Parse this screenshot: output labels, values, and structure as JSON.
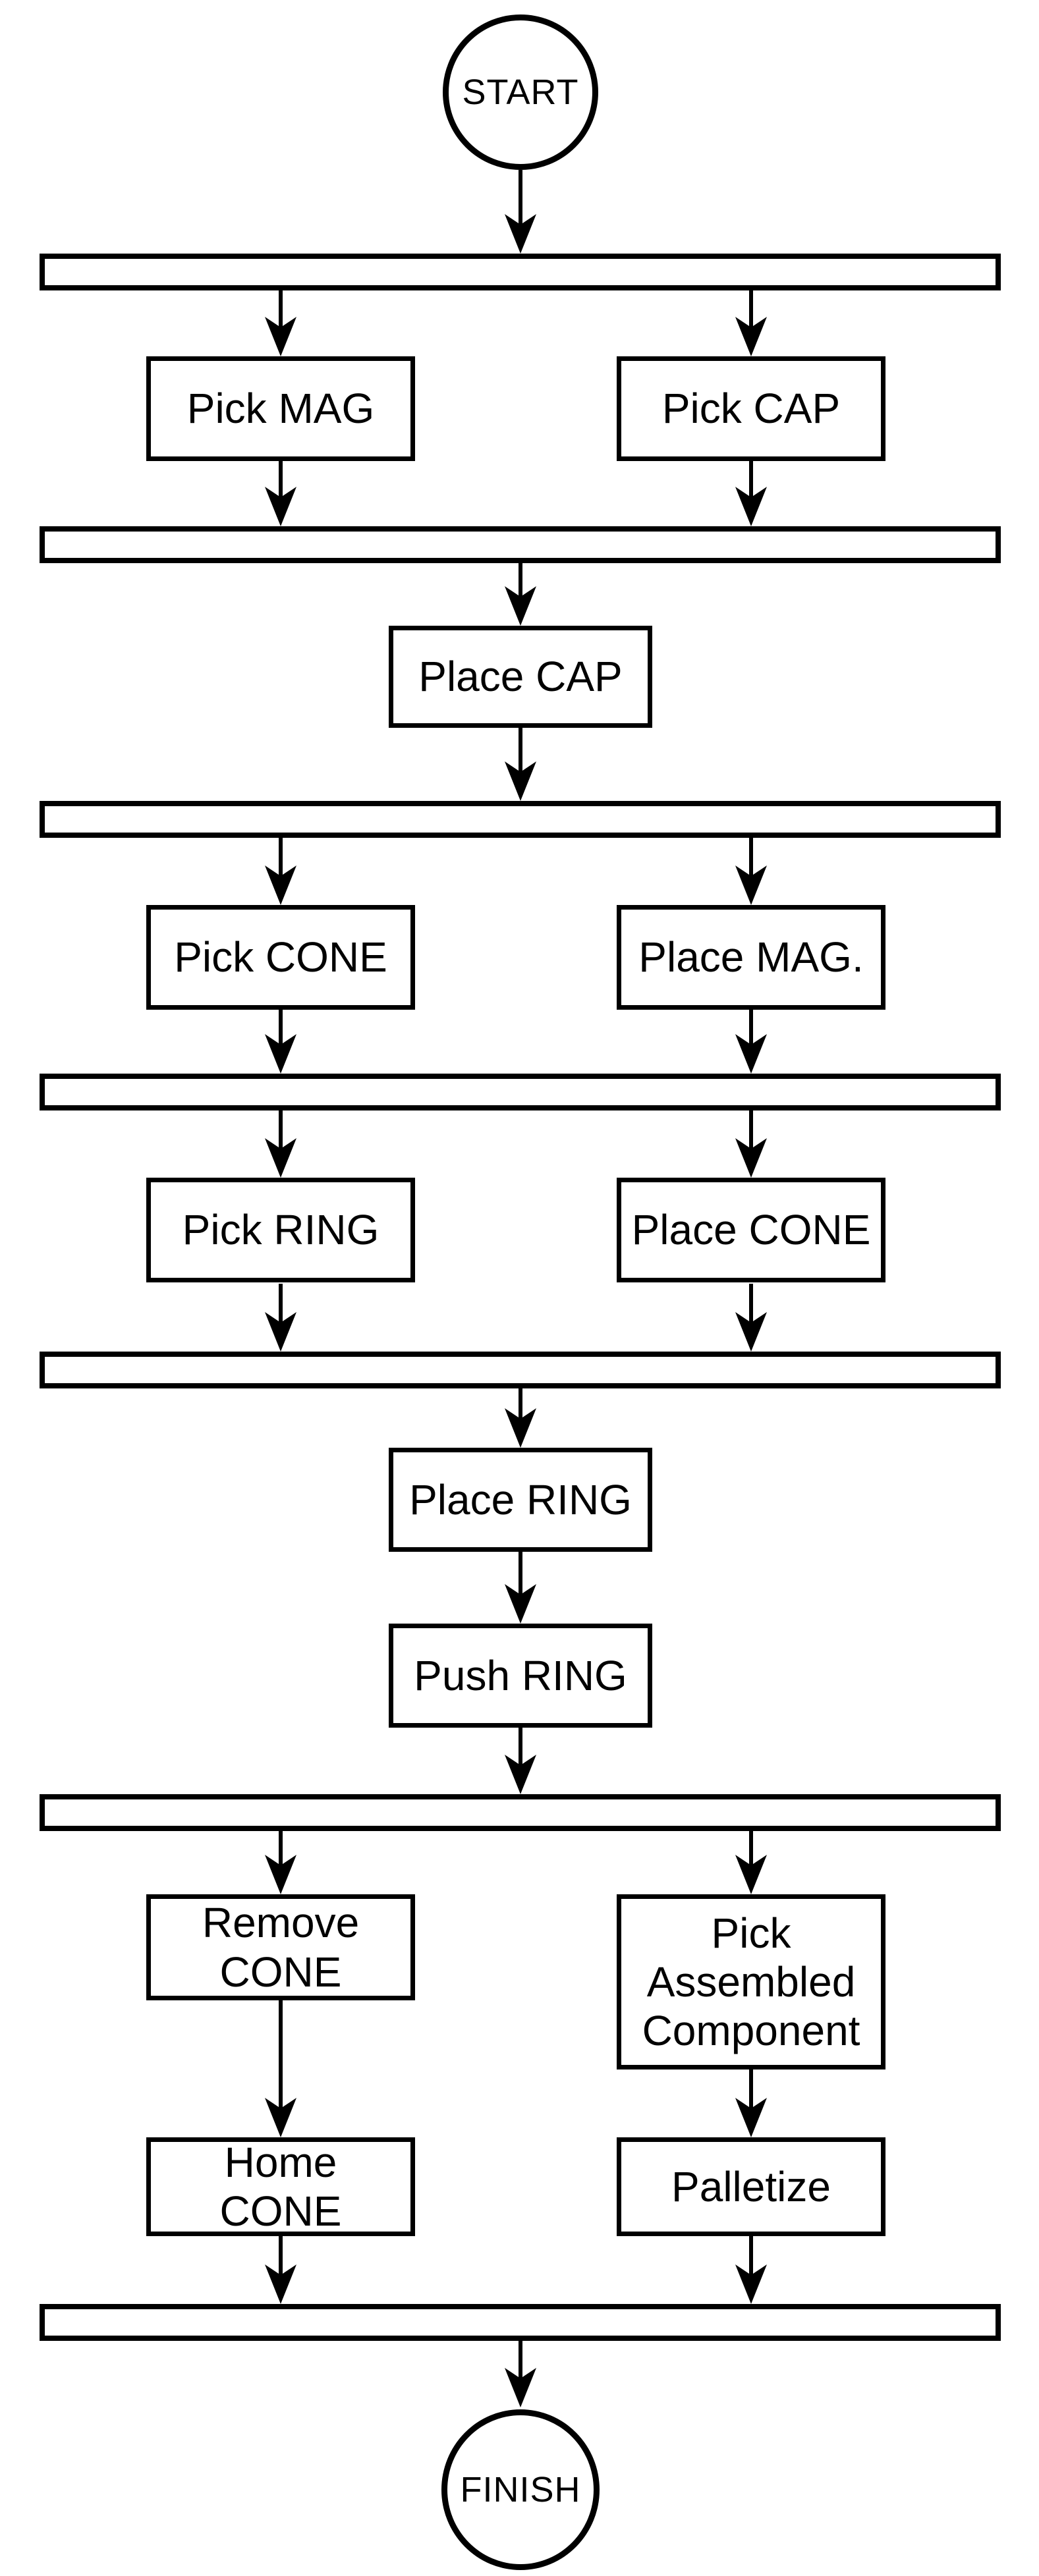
{
  "flowchart": {
    "start_label": "START",
    "finish_label": "FINISH",
    "steps": [
      {
        "id": "pick-mag",
        "label": "Pick MAG"
      },
      {
        "id": "pick-cap",
        "label": "Pick CAP"
      },
      {
        "id": "place-cap",
        "label": "Place CAP"
      },
      {
        "id": "pick-cone",
        "label": "Pick CONE"
      },
      {
        "id": "place-mag",
        "label": "Place MAG."
      },
      {
        "id": "pick-ring",
        "label": "Pick RING"
      },
      {
        "id": "place-cone",
        "label": "Place CONE"
      },
      {
        "id": "place-ring",
        "label": "Place RING"
      },
      {
        "id": "push-ring",
        "label": "Push RING"
      },
      {
        "id": "remove-cone",
        "label": "Remove\nCONE"
      },
      {
        "id": "pick-assembled-component",
        "label": "Pick\nAssembled\nComponent"
      },
      {
        "id": "home-cone",
        "label": "Home\nCONE"
      },
      {
        "id": "palletize",
        "label": "Palletize"
      }
    ],
    "sync_bar_count": 7,
    "colors": {
      "stroke": "#000000",
      "background": "#ffffff"
    }
  }
}
